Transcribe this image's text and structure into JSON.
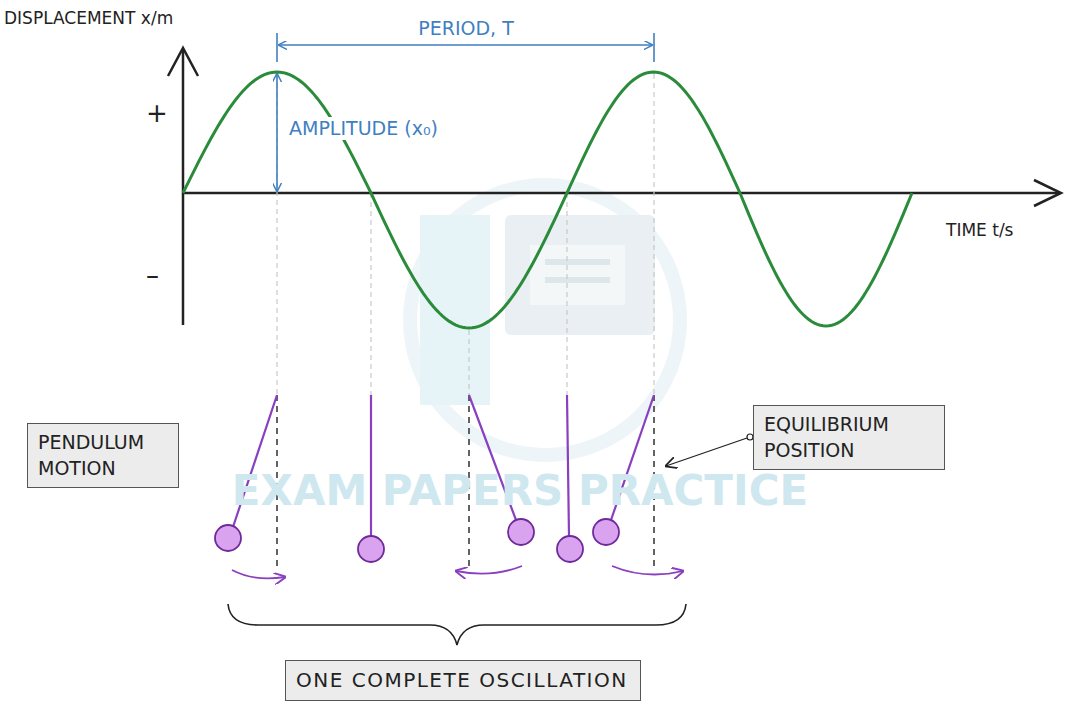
{
  "diagram": {
    "nodes": [
      {
        "text": [
          "PENDULUM MOTION"
        ]
      },
      {
        "text": [
          "EQUILIBRIUM POSITION"
        ]
      },
      {
        "text": [
          "ONE COMPLETE OSCILLATION"
        ]
      }
    ],
    "labels": [
      "DISPLACEMENT x/m",
      "PERIOD, T",
      "+",
      "–",
      "AMPLITUDE (x₀)",
      "TIME t/s",
      "EXAM PAPERS PRACTICE"
    ]
  }
}
